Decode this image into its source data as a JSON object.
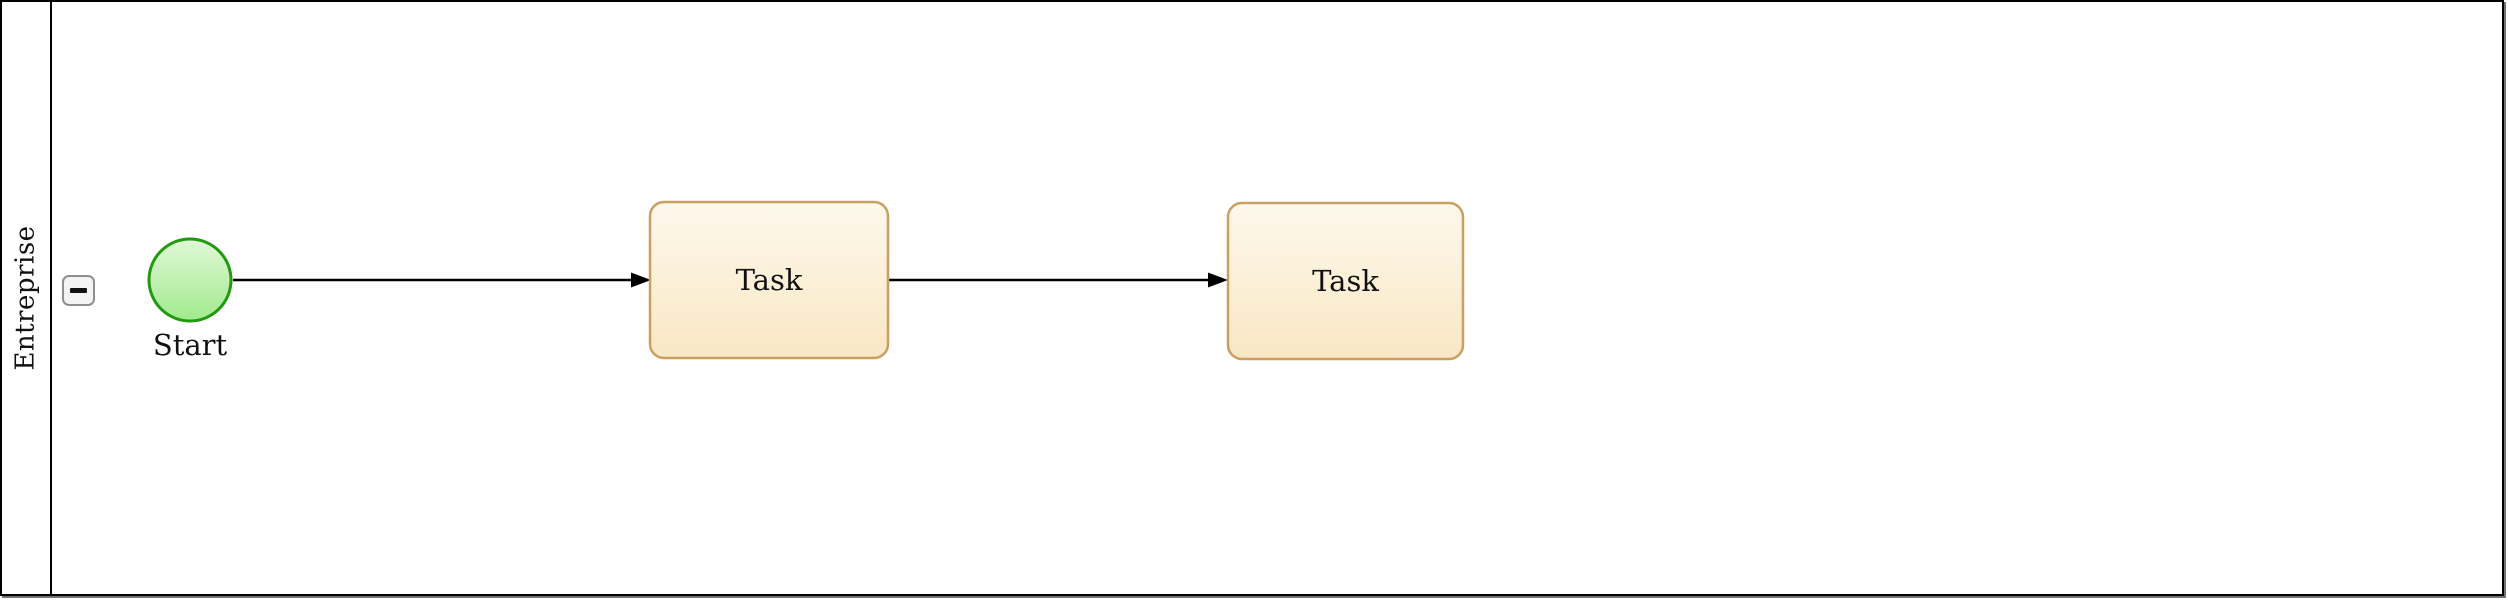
{
  "pool": {
    "label": "Entreprise"
  },
  "collapse_button": {
    "symbol": "−"
  },
  "nodes": {
    "start_event": {
      "label": "Start"
    },
    "task1": {
      "label": "Task"
    },
    "task2": {
      "label": "Task"
    }
  },
  "colors": {
    "pool_border": "#000000",
    "arrow": "#000000",
    "start_border": "#229a10",
    "start_fill_top": "#e0f8d7",
    "start_fill_bottom": "#a2ea8e",
    "task_border": "#c9a061",
    "task_fill_top": "#fdf8ec",
    "task_fill_bottom": "#f9e7c4"
  }
}
